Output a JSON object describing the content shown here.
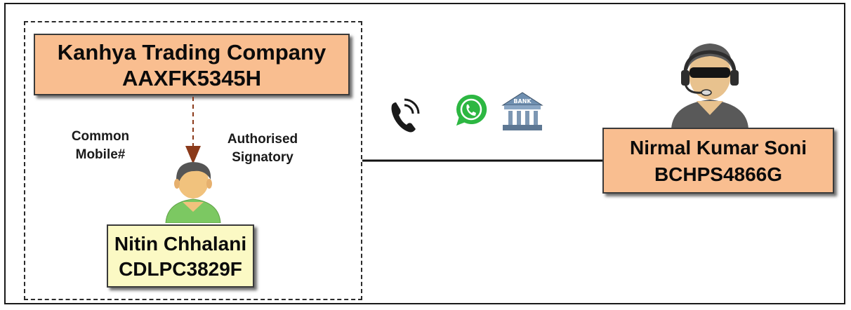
{
  "company": {
    "name": "Kanhya Trading Company",
    "pan": "AAXFK5345H"
  },
  "person": {
    "name": "Nitin Chhalani",
    "pan": "CDLPC3829F"
  },
  "suspect": {
    "name": "Nirmal Kumar Soni",
    "pan": "BCHPS4866G"
  },
  "edge_labels": {
    "mobile": [
      "Common",
      "Mobile#"
    ],
    "signatory": [
      "Authorised",
      "Signatory"
    ]
  },
  "bank_sign": "BANK",
  "icons": [
    "phone-icon",
    "whatsapp-icon",
    "bank-icon",
    "person-avatar",
    "hacker-avatar"
  ],
  "colors": {
    "company_fill": "#f9be90",
    "person_fill": "#fbf9c4",
    "arrow": "#8b3a1a"
  }
}
